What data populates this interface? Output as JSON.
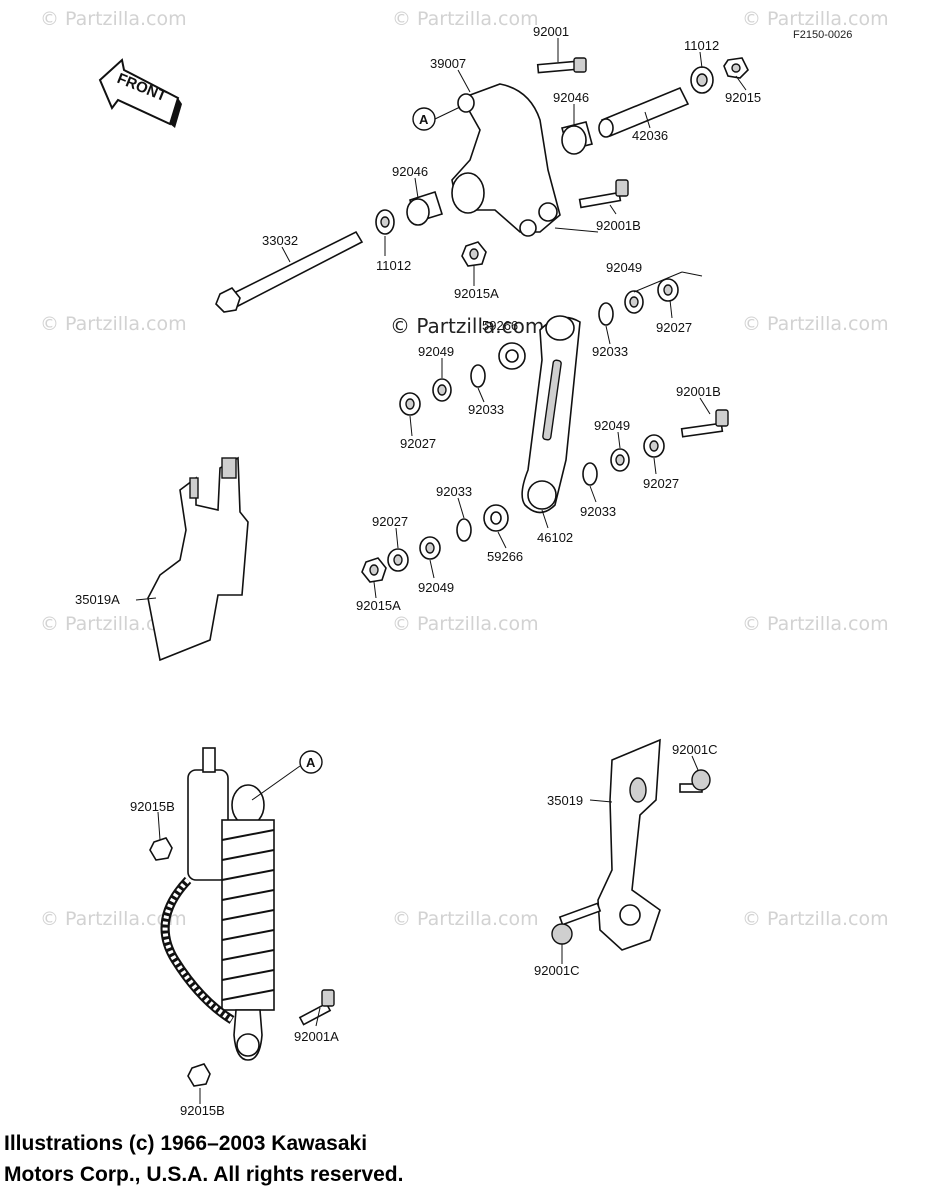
{
  "diagram": {
    "ref_code": "F2150-0026",
    "front_label": "FRONT",
    "callout_a": "A",
    "watermark": "© Partzilla.com",
    "watermark_center": "© Partzilla.com",
    "parts": {
      "p92001_top": "92001",
      "p39007": "39007",
      "p11012_top": "11012",
      "p92015": "92015",
      "p92046_top": "92046",
      "p42036": "42036",
      "p92046_left": "92046",
      "p92001B_top": "92001B",
      "p33032": "33032",
      "p11012_left": "11012",
      "p92015A_top": "92015A",
      "p92049_top": "92049",
      "p92027_top": "92027",
      "p59266_top": "59266",
      "p92033_right_top": "92033",
      "p92049_mid": "92049",
      "p92033_mid": "92033",
      "p92027_mid": "92027",
      "p92001B_right": "92001B",
      "p92049_right": "92049",
      "p92027_right": "92027",
      "p92033_right_low": "92033",
      "p46102": "46102",
      "p92033_low": "92033",
      "p92027_low": "92027",
      "p59266_low": "59266",
      "p92049_low": "92049",
      "p92015A_low": "92015A",
      "p35019A": "35019A",
      "p92015B_top": "92015B",
      "p92001C_top": "92001C",
      "p35019": "35019",
      "p92001C_low": "92001C",
      "p92001A": "92001A",
      "p92015B_low": "92015B"
    }
  },
  "footer": {
    "line1": "Illustrations (c) 1966–2003 Kawasaki",
    "line2": "Motors Corp., U.S.A.  All rights reserved."
  }
}
